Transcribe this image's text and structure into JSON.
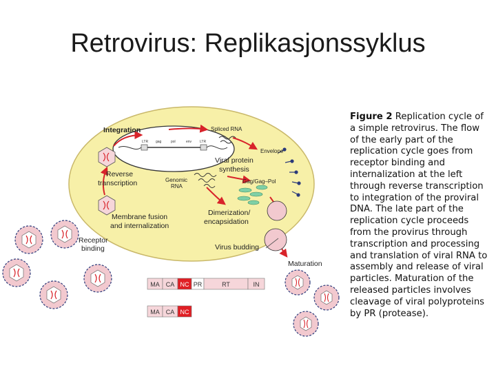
{
  "slide": {
    "title": "Retrovirus: Replikasjonssyklus"
  },
  "diagram": {
    "labels": {
      "integration": "Integration",
      "spliced_rna": "Spliced RNA",
      "envelope": "Envelope",
      "viral_protein_synthesis": [
        "Viral protein",
        "synthesis"
      ],
      "reverse_transcription": [
        "Reverse",
        "transcription"
      ],
      "genomic_rna": [
        "Genomic",
        "RNA"
      ],
      "gag_pol": "Gag/Gag–Pol",
      "membrane_fusion": [
        "Membrane fusion",
        "and internalization"
      ],
      "dimerization": [
        "Dimerization/",
        "encapsidation"
      ],
      "receptor_binding": [
        "Receptor",
        "binding"
      ],
      "virus_budding": "Virus budding",
      "maturation": "Maturation",
      "ltr_left": "LTR",
      "gag": "gag",
      "pol": "pol",
      "env": "env",
      "ltr_right": "LTR"
    },
    "polyprotein_gag_pol": [
      "MA",
      "CA",
      "NC",
      "PR",
      "RT",
      "IN"
    ],
    "polyprotein_gag": [
      "MA",
      "CA",
      "NC"
    ]
  },
  "caption": {
    "lead": "Figure 2",
    "text": " Replication cycle of a simple retrovirus. The flow of the early part of the replication cycle goes from receptor binding and internalization at the left through reverse transcription to integration of the proviral DNA. The late part of the replication cycle proceeds from the provirus through transcription and processing and translation of viral RNA to assembly and release of viral particles. Maturation of the released particles involves cleavage of viral polyproteins by PR (protease)."
  },
  "colors": {
    "cell": "#f7f0a8",
    "cell_border": "#c9b86a",
    "arrow": "#d8232a",
    "nucleus": "#ffffff",
    "virion_fill": "#f2c9cf",
    "spike": "#2b3a7a",
    "nc_red": "#e01e24",
    "pale_pink": "#f6d6da",
    "protein_green": "#7fd0a6"
  }
}
